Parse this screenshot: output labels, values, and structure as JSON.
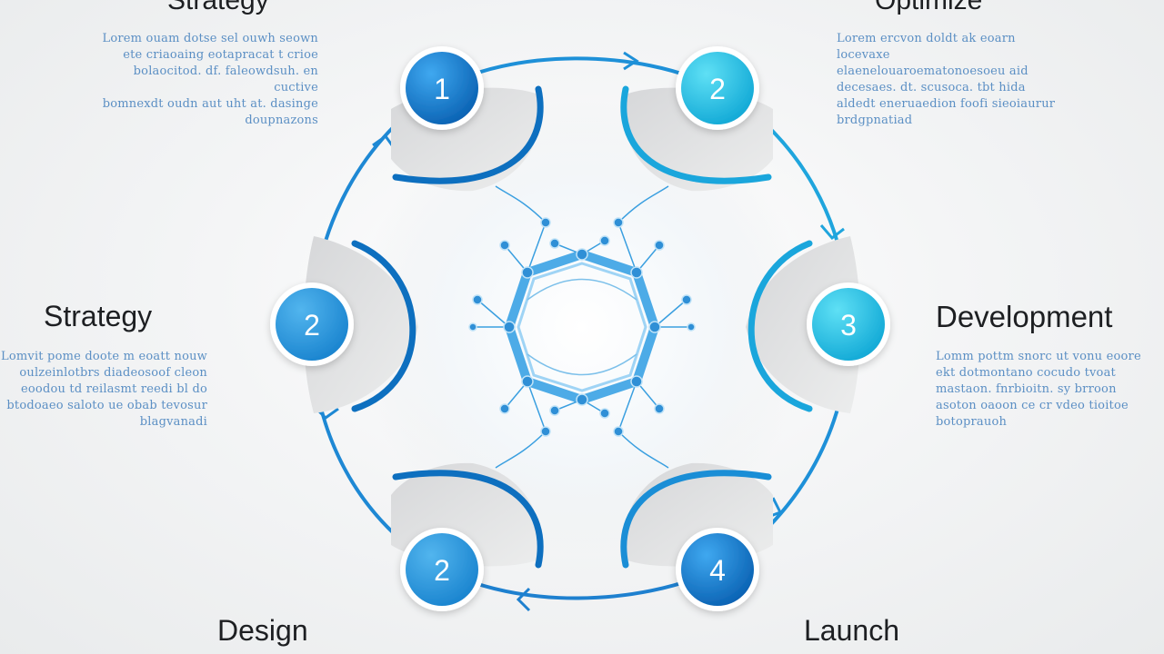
{
  "stages": [
    {
      "id": "strategy-top",
      "title": "Strategy",
      "number": "1",
      "description": "Lorem ouam dotse sel ouwh seown\nete criaoaing eotapracat t crioe\nbolaocitod. df. faleowdsuh. en cuctive\nbomnexdt oudn aut uht at. dasinge\ndoupnazons"
    },
    {
      "id": "optimize",
      "title": "Optimize",
      "number": "2",
      "description": "Lorem ercvon doldt ak eoarn locevaxe\nelaenelouaroematonoesoeu aid\ndecesaes. dt. scusoca. tbt hida\naldedt eneruaedion foofi sieoiaurur\nbrdgpnatiad"
    },
    {
      "id": "strategy",
      "title": "Strategy",
      "number": "2",
      "description": "Lomvit pome doote m eoatt nouw\noulzeinlotbrs diadeosoof cleon\neoodou td reilasmt reedi bl do\nbtodoaeo saloto ue obab tevosur\nblagvanadi"
    },
    {
      "id": "development",
      "title": "Development",
      "number": "3",
      "description": "Lomm pottm snorc ut vonu eoore\nekt dotmontano cocudo tvoat\nmastaon. fnrbioitn. sy brroon\nasoton oaoon ce cr vdeo tioitoe\nbotoprauoh"
    },
    {
      "id": "design",
      "title": "Design",
      "number": "2",
      "description": ""
    },
    {
      "id": "launch",
      "title": "Launch",
      "number": "4",
      "description": ""
    }
  ],
  "colors": {
    "ring": "#1e90d8",
    "node_dark": "#0d6fbf",
    "node_cyan": "#22c3e6",
    "panel": "#dcdddf",
    "hub": "#3aa2e4",
    "text_desc": "#5b8fc4"
  }
}
